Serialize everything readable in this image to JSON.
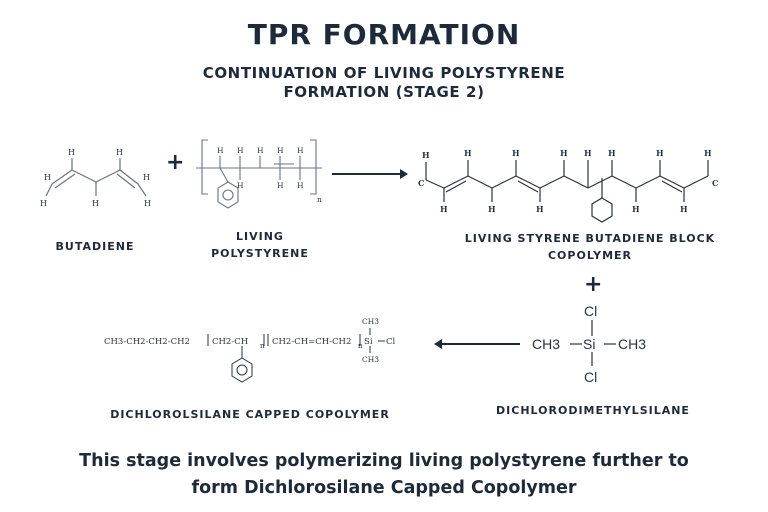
{
  "title": "TPR FORMATION",
  "subtitle": {
    "line1": "CONTINUATION OF LIVING POLYSTYRENE",
    "line2": "FORMATION (STAGE 2)"
  },
  "labels": {
    "butadiene": "BUTADIENE",
    "living_polystyrene_line1": "LIVING",
    "living_polystyrene_line2": "POLYSTYRENE",
    "block_copolymer_line1": "LIVING STYRENE BUTADIENE BLOCK",
    "block_copolymer_line2": "COPOLYMER",
    "dichlorodimethylsilane": "DICHLORODIMETHYLSILANE",
    "capped_copolymer": "DICHLOROLSILANE CAPPED COPOLYMER"
  },
  "symbols": {
    "plus": "+",
    "H": "H",
    "C": "C",
    "n": "n"
  },
  "silane": {
    "cl_top": "Cl",
    "cl_bottom": "Cl",
    "left_group": "CH3",
    "si": "Si",
    "right_group": "CH3"
  },
  "capped_formula": {
    "chain_start": "CH3-CH2-CH2-CH2",
    "styrene_unit": "CH2-CH",
    "butadiene_unit": "CH2-CH=CH-CH2",
    "si": "Si",
    "cl": "Cl",
    "methyl_top": "CH3",
    "methyl_bottom": "CH3"
  },
  "footer": {
    "line1": "This stage involves polymerizing living polystyrene  further to",
    "line2": "form Dichlorosilane Capped Copolymer"
  }
}
